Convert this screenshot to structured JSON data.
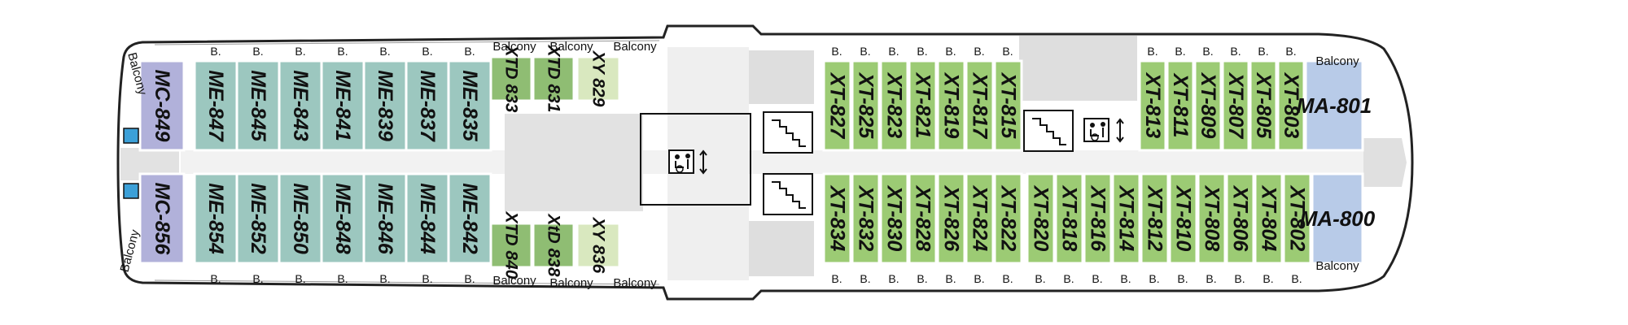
{
  "deck": {
    "balcony_word": "Balcony",
    "b_word": "B.",
    "colors": {
      "ME": "#9cc7bf",
      "XT": "#9ccb74",
      "XTD": "#8fbd73",
      "XY": "#d9e8bf",
      "MC": "#b1b1da",
      "MA": "#b8cbe8"
    },
    "cabins_top": [
      {
        "id": "MC-849",
        "type": "MC"
      },
      {
        "id": "ME-847",
        "type": "ME"
      },
      {
        "id": "ME-845",
        "type": "ME"
      },
      {
        "id": "ME-843",
        "type": "ME"
      },
      {
        "id": "ME-841",
        "type": "ME"
      },
      {
        "id": "ME-839",
        "type": "ME"
      },
      {
        "id": "ME-837",
        "type": "ME"
      },
      {
        "id": "ME-835",
        "type": "ME"
      },
      {
        "id": "XTD 833",
        "type": "XTD"
      },
      {
        "id": "XTD 831",
        "type": "XTD"
      },
      {
        "id": "XY 829",
        "type": "XY"
      },
      {
        "id": "XT-827",
        "type": "XT"
      },
      {
        "id": "XT-825",
        "type": "XT"
      },
      {
        "id": "XT-823",
        "type": "XT"
      },
      {
        "id": "XT-821",
        "type": "XT"
      },
      {
        "id": "XT-819",
        "type": "XT"
      },
      {
        "id": "XT-817",
        "type": "XT"
      },
      {
        "id": "XT-815",
        "type": "XT"
      },
      {
        "id": "XT-813",
        "type": "XT"
      },
      {
        "id": "XT-811",
        "type": "XT"
      },
      {
        "id": "XT-809",
        "type": "XT"
      },
      {
        "id": "XT-807",
        "type": "XT"
      },
      {
        "id": "XT-805",
        "type": "XT"
      },
      {
        "id": "XT-803",
        "type": "XT"
      },
      {
        "id": "MA-801",
        "type": "MA"
      }
    ],
    "cabins_bottom": [
      {
        "id": "MC-856",
        "type": "MC"
      },
      {
        "id": "ME-854",
        "type": "ME"
      },
      {
        "id": "ME-852",
        "type": "ME"
      },
      {
        "id": "ME-850",
        "type": "ME"
      },
      {
        "id": "ME-848",
        "type": "ME"
      },
      {
        "id": "ME-846",
        "type": "ME"
      },
      {
        "id": "ME-844",
        "type": "ME"
      },
      {
        "id": "ME-842",
        "type": "ME"
      },
      {
        "id": "XTD 840",
        "type": "XTD"
      },
      {
        "id": "XtD 838",
        "type": "XTD"
      },
      {
        "id": "XY 836",
        "type": "XY"
      },
      {
        "id": "XT-834",
        "type": "XT"
      },
      {
        "id": "XT-832",
        "type": "XT"
      },
      {
        "id": "XT-830",
        "type": "XT"
      },
      {
        "id": "XT-828",
        "type": "XT"
      },
      {
        "id": "XT-826",
        "type": "XT"
      },
      {
        "id": "XT-824",
        "type": "XT"
      },
      {
        "id": "XT-822",
        "type": "XT"
      },
      {
        "id": "XT-820",
        "type": "XT"
      },
      {
        "id": "XT-818",
        "type": "XT"
      },
      {
        "id": "XT-816",
        "type": "XT"
      },
      {
        "id": "XT-814",
        "type": "XT"
      },
      {
        "id": "XT-812",
        "type": "XT"
      },
      {
        "id": "XT-810",
        "type": "XT"
      },
      {
        "id": "XT-808",
        "type": "XT"
      },
      {
        "id": "XT-806",
        "type": "XT"
      },
      {
        "id": "XT-804",
        "type": "XT"
      },
      {
        "id": "XT-802",
        "type": "XT"
      },
      {
        "id": "MA-800",
        "type": "MA"
      }
    ],
    "icons": [
      "stairs-icon",
      "elevator-icon",
      "wheelchair-icon",
      "window-icon"
    ]
  }
}
